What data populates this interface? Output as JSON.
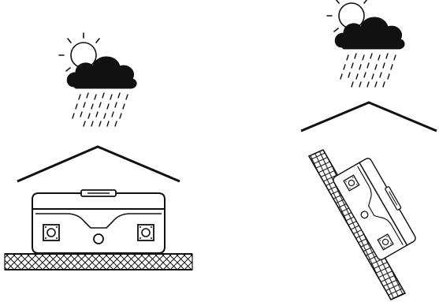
{
  "colors": {
    "ink": "#111111",
    "paper": "#ffffff"
  },
  "panels": [
    {
      "id": "horizontal-install",
      "weather_icon": "sun-behind-rain-cloud-icon",
      "shelter_icon": "roof-icon",
      "device_icon": "enclosure-box-icon",
      "surface_icon": "crosshatched-ground-icon",
      "device_orientation": "horizontal"
    },
    {
      "id": "wall-install",
      "weather_icon": "sun-behind-rain-cloud-icon",
      "shelter_icon": "roof-icon",
      "device_icon": "enclosure-box-icon",
      "surface_icon": "crosshatched-wall-icon",
      "device_orientation": "tilted"
    }
  ]
}
